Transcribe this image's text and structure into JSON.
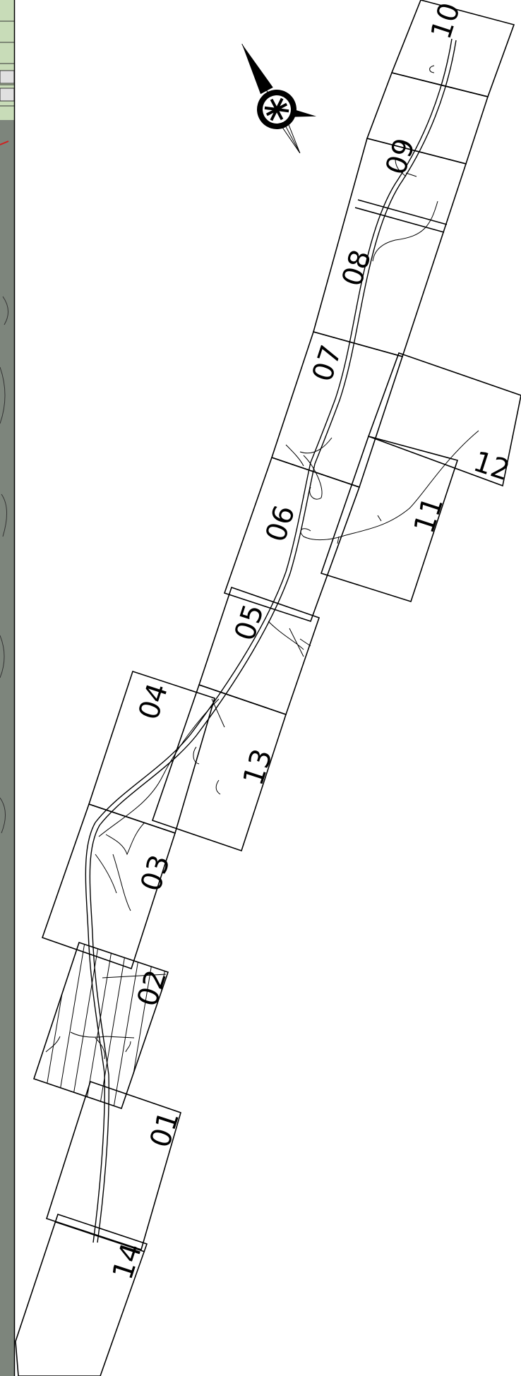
{
  "map": {
    "sheets": [
      {
        "id": "01",
        "label": "01"
      },
      {
        "id": "02",
        "label": "02"
      },
      {
        "id": "03",
        "label": "03"
      },
      {
        "id": "04",
        "label": "04"
      },
      {
        "id": "05",
        "label": "05"
      },
      {
        "id": "06",
        "label": "06"
      },
      {
        "id": "07",
        "label": "07"
      },
      {
        "id": "08",
        "label": "08"
      },
      {
        "id": "09",
        "label": "09"
      },
      {
        "id": "10",
        "label": "10"
      },
      {
        "id": "11",
        "label": "11"
      },
      {
        "id": "12",
        "label": "12"
      },
      {
        "id": "13",
        "label": "13"
      },
      {
        "id": "14",
        "label": "14"
      }
    ],
    "highlighted_sheet": "02",
    "north_arrow_icon": "north-arrow-icon",
    "colors": {
      "line": "#000000",
      "background": "#ffffff",
      "side_strip": "#7d857c",
      "side_strip_accent": "#c8dcb8",
      "side_strip_mark": "#d02020"
    }
  }
}
